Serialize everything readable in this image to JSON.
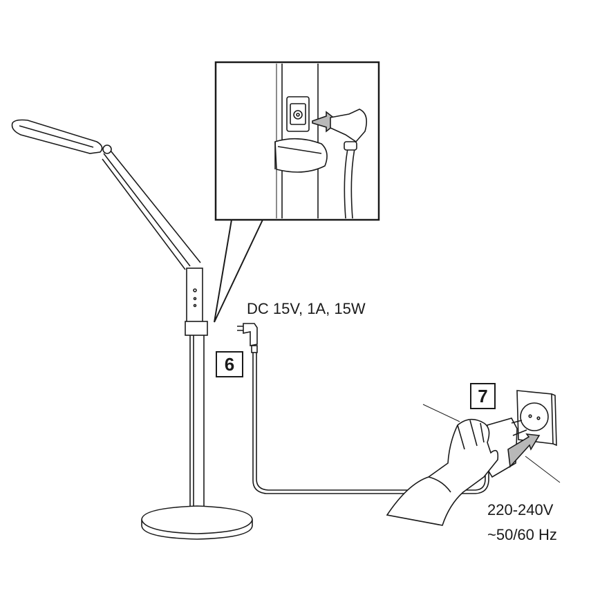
{
  "labels": {
    "dc_spec": "DC 15V, 1A, 15W",
    "ac_voltage": "220-240V",
    "ac_frequency": "~50/60 Hz"
  },
  "steps": {
    "step_6": "6",
    "step_7": "7"
  },
  "colors": {
    "line": "#1a1a1a",
    "arrow_fill": "#b8b8b8"
  }
}
